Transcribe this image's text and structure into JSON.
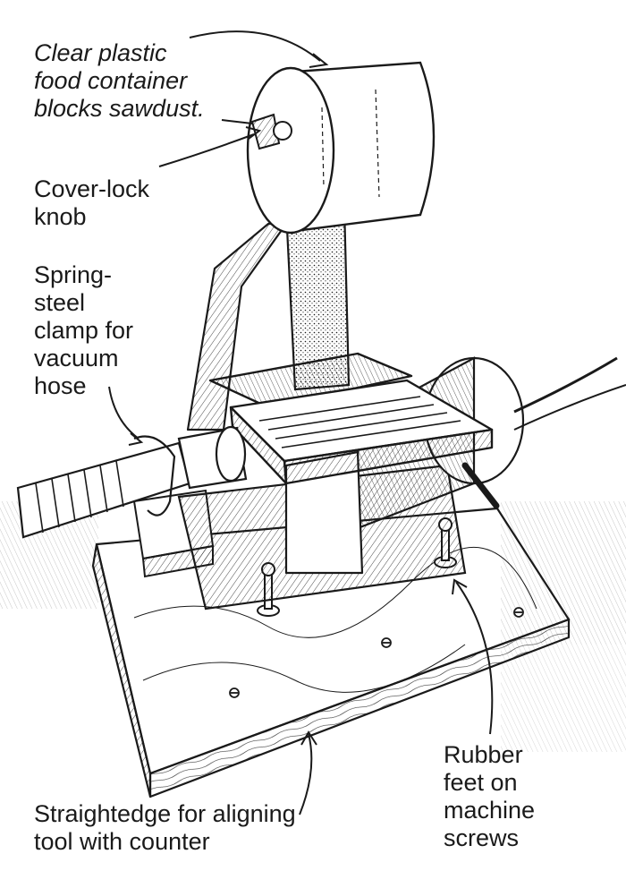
{
  "labels": {
    "container": [
      "Clear plastic",
      "food container",
      "blocks sawdust."
    ],
    "knob": [
      "Cover-lock",
      "knob"
    ],
    "clamp": [
      "Spring-",
      "steel",
      "clamp for",
      "vacuum",
      "hose"
    ],
    "straightedge": [
      "Straightedge for aligning",
      "tool with counter"
    ],
    "feet": [
      "Rubber",
      "feet on",
      "machine",
      "screws"
    ]
  },
  "colors": {
    "ink": "#1a1a1a",
    "paper": "#ffffff"
  }
}
